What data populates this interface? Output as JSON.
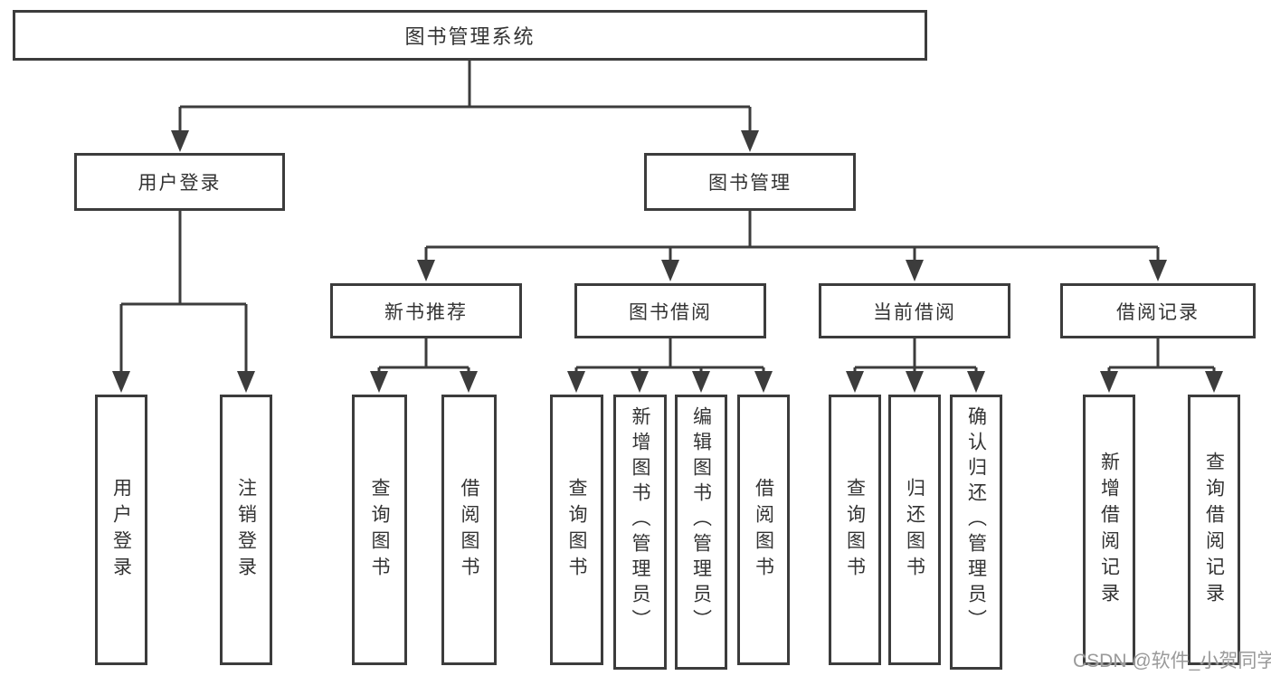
{
  "colors": {
    "line": "#3c3c3c",
    "text": "#333333",
    "background": "#ffffff",
    "watermark": "#9a9a9a"
  },
  "watermark": "CSDN @软件_小贺同学",
  "tree": {
    "root": {
      "label": "图书管理系统"
    },
    "children": [
      {
        "label": "用户登录",
        "children": [
          {
            "label": "用户登录"
          },
          {
            "label": "注销登录"
          }
        ]
      },
      {
        "label": "图书管理",
        "children": [
          {
            "label": "新书推荐",
            "children": [
              {
                "label": "查询图书"
              },
              {
                "label": "借阅图书"
              }
            ]
          },
          {
            "label": "图书借阅",
            "children": [
              {
                "label": "查询图书"
              },
              {
                "label": "新增图书（管理员）"
              },
              {
                "label": "编辑图书（管理员）"
              },
              {
                "label": "借阅图书"
              }
            ]
          },
          {
            "label": "当前借阅",
            "children": [
              {
                "label": "查询图书"
              },
              {
                "label": "归还图书"
              },
              {
                "label": "确认归还（管理员）"
              }
            ]
          },
          {
            "label": "借阅记录",
            "children": [
              {
                "label": "新增借阅记录"
              },
              {
                "label": "查询借阅记录"
              }
            ]
          }
        ]
      }
    ]
  }
}
